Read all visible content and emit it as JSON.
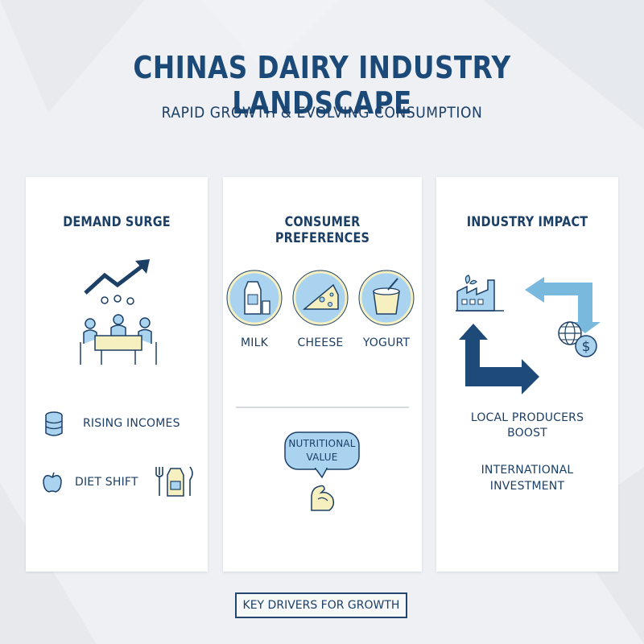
{
  "header": {
    "title": "CHINAS DAIRY INDUSTRY LANDSCAPE",
    "subtitle": "RAPID GROWTH & EVOLVING CONSUMPTION"
  },
  "panels": [
    {
      "title": "DEMAND SURGE",
      "items": [
        {
          "label": "RISING INCOMES",
          "icon": "coins-icon"
        },
        {
          "label": "DIET SHIFT",
          "icon": "apple-icon"
        }
      ]
    },
    {
      "title": "CONSUMER PREFERENCES",
      "products": [
        {
          "label": "MILK",
          "icon": "milk-carton-icon"
        },
        {
          "label": "CHEESE",
          "icon": "cheese-icon"
        },
        {
          "label": "YOGURT",
          "icon": "yogurt-icon"
        }
      ],
      "bubble_line1": "NUTRITIONAL",
      "bubble_line2": "VALUE"
    },
    {
      "title": "INDUSTRY IMPACT",
      "label_local_line1": "LOCAL PRODUCERS",
      "label_local_line2": "BOOST",
      "label_intl_line1": "INTERNATIONAL",
      "label_intl_line2": "INVESTMENT"
    }
  ],
  "footer": {
    "label": "KEY DRIVERS FOR GROWTH"
  },
  "colors": {
    "navy": "#1c3f66",
    "light_blue": "#a9d3ee",
    "pale_yellow": "#f6efbf",
    "arrow_light": "#7ab9de",
    "arrow_dark": "#1d4a78"
  }
}
